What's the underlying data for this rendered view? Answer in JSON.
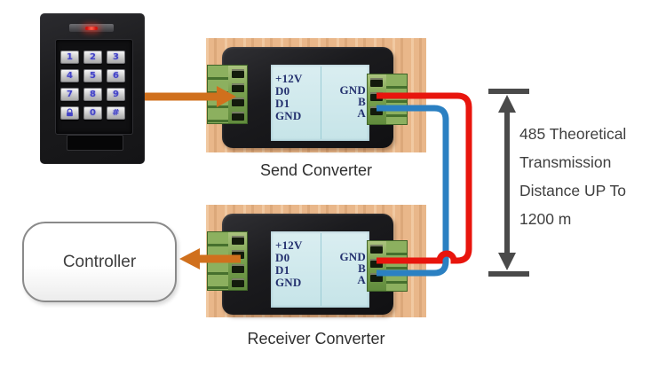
{
  "diagram": {
    "keypad": {
      "keys": [
        "1",
        "2",
        "3",
        "4",
        "5",
        "6",
        "7",
        "8",
        "9",
        "0",
        "#"
      ],
      "lock_key_icon": "lock-icon",
      "led_icon": "red-led-indicator"
    },
    "controller": {
      "label": "Controller"
    },
    "converters": {
      "send": {
        "caption": "Send Converter",
        "left_pins": [
          "+12V",
          "D0",
          "D1",
          "GND"
        ],
        "right_pins": [
          "GND",
          "B",
          "A"
        ]
      },
      "receiver": {
        "caption": "Receiver Converter",
        "left_pins": [
          "+12V",
          "D0",
          "D1",
          "GND"
        ],
        "right_pins": [
          "GND",
          "B",
          "A"
        ]
      }
    },
    "distance_note": {
      "lines": [
        "485 Theoretical",
        "Transmission",
        "Distance UP To",
        "1200 m"
      ]
    },
    "colors": {
      "wire_b_red": "#E8150D",
      "wire_a_blue": "#2B80C2",
      "signal_arrow_orange": "#D0701D",
      "measure_arrow_gray": "#4A4A4A",
      "label_plate_blue": "#CFE9EA",
      "pin_text_navy": "#23306E",
      "terminal_green": "#7AA24F"
    }
  }
}
